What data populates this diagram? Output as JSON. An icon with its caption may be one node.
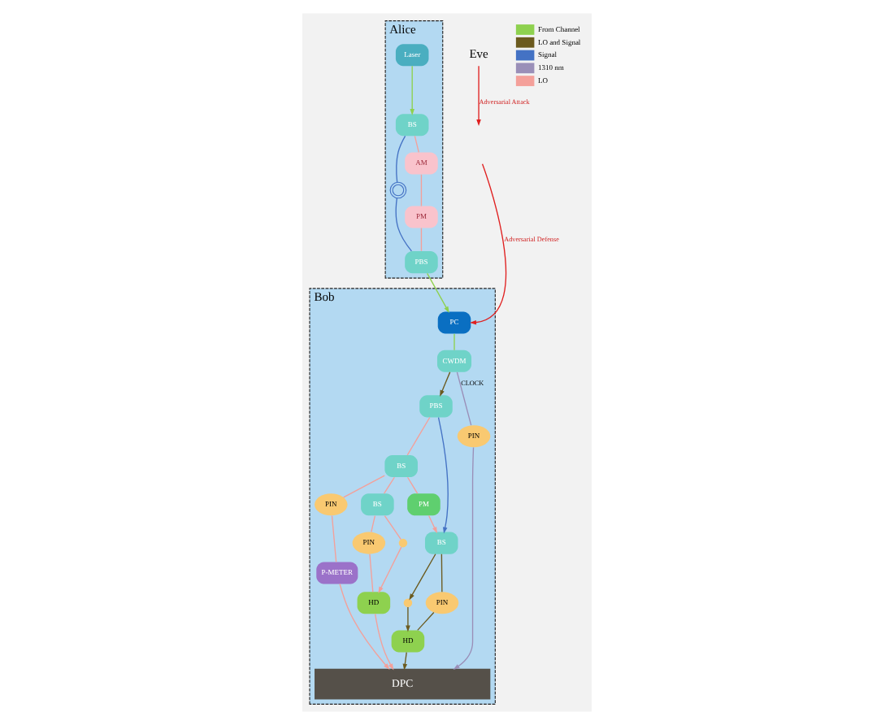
{
  "diagram": {
    "nodes": [
      {
        "text": [
          "Alice"
        ]
      },
      {
        "text": [
          "Laser"
        ],
        "in": 0
      },
      {
        "text": [
          "BS"
        ],
        "in": 0
      },
      {
        "text": [
          "AM"
        ],
        "in": 0
      },
      {
        "text": [
          "PM"
        ],
        "in": 0
      },
      {
        "text": [
          "PBS"
        ],
        "in": 0
      },
      {
        "text": [],
        "shape": "coil",
        "in": 0
      },
      {
        "text": [
          "Eve"
        ]
      },
      {
        "text": [
          "Bob"
        ]
      },
      {
        "text": [
          "PC"
        ],
        "in": 8
      },
      {
        "text": [
          "CWDM"
        ],
        "in": 8
      },
      {
        "text": [
          "PBS"
        ],
        "in": 8
      },
      {
        "text": [
          "BS"
        ],
        "in": 8
      },
      {
        "text": [
          "PM"
        ],
        "in": 8
      },
      {
        "text": [
          "BS"
        ],
        "in": 8
      },
      {
        "text": [
          "BS"
        ],
        "in": 8
      },
      {
        "text": [
          "PIN"
        ],
        "in": 8
      },
      {
        "text": [
          "PIN"
        ],
        "in": 8
      },
      {
        "text": [
          "P-METER"
        ],
        "in": 8
      },
      {
        "text": [
          "PIN"
        ],
        "in": 8
      },
      {
        "text": [],
        "shape": "circle",
        "in": 8
      },
      {
        "text": [
          "HD"
        ],
        "in": 8
      },
      {
        "text": [
          "PIN"
        ],
        "in": 8
      },
      {
        "text": [],
        "shape": "circle",
        "in": 8
      },
      {
        "text": [
          "HD"
        ],
        "in": 8
      },
      {
        "text": [
          "DPC"
        ],
        "in": 8
      }
    ],
    "edges": [
      {
        "from": 1,
        "to": 2,
        "arrow": "to",
        "color": "#8ed14f"
      },
      {
        "from": 2,
        "to": 3,
        "arrow": "none"
      },
      {
        "from": 3,
        "to": 4,
        "arrow": "none"
      },
      {
        "from": 4,
        "to": 5,
        "arrow": "none"
      },
      {
        "from": 2,
        "to": 6,
        "arrow": "none",
        "color": "#4472c4"
      },
      {
        "from": 6,
        "to": 5,
        "arrow": "none",
        "color": "#4472c4"
      },
      {
        "from": 5,
        "to": 9,
        "arrow": "to",
        "color": "#8ed14f"
      },
      {
        "from": 7,
        "to": null,
        "arrow": "to",
        "label": "Adversarial Attack",
        "color": "#e02020"
      },
      {
        "from": null,
        "to": 9,
        "arrow": "to",
        "label": "Adversarial Defense",
        "color": "#e02020"
      },
      {
        "from": 9,
        "to": 10,
        "arrow": "none",
        "color": "#8ed14f"
      },
      {
        "from": 10,
        "to": 16,
        "arrow": "none",
        "label": "CLOCK",
        "color": "#9a8fb8"
      },
      {
        "from": 16,
        "to": 25,
        "arrow": "to",
        "color": "#9a8fb8"
      },
      {
        "from": 10,
        "to": 11,
        "arrow": "to",
        "color": "#6b5a1e"
      },
      {
        "from": 11,
        "to": 14,
        "arrow": "to",
        "color": "#4472c4"
      },
      {
        "from": 11,
        "to": 12,
        "arrow": "none"
      },
      {
        "from": 12,
        "to": 17,
        "arrow": "none"
      },
      {
        "from": 17,
        "to": 18,
        "arrow": "none"
      },
      {
        "from": 18,
        "to": 25,
        "arrow": "to"
      },
      {
        "from": 12,
        "to": 13,
        "arrow": "none"
      },
      {
        "from": 13,
        "to": 14,
        "arrow": "to"
      },
      {
        "from": 12,
        "to": 15,
        "arrow": "none"
      },
      {
        "from": 15,
        "to": 19,
        "arrow": "none"
      },
      {
        "from": 19,
        "to": 21,
        "arrow": "none"
      },
      {
        "from": 15,
        "to": 20,
        "arrow": "none"
      },
      {
        "from": 20,
        "to": 21,
        "arrow": "to"
      },
      {
        "from": 21,
        "to": 25,
        "arrow": "to"
      },
      {
        "from": 14,
        "to": 22,
        "arrow": "none",
        "color": "#6b5a1e"
      },
      {
        "from": 22,
        "to": 24,
        "arrow": "none",
        "color": "#6b5a1e"
      },
      {
        "from": 14,
        "to": 23,
        "arrow": "to",
        "color": "#6b5a1e"
      },
      {
        "from": 23,
        "to": 24,
        "arrow": "to",
        "color": "#6b5a1e"
      },
      {
        "from": 24,
        "to": 25,
        "arrow": "to",
        "color": "#6b5a1e"
      }
    ],
    "legend": [
      {
        "text": "From Channel",
        "color": "#8ed14f"
      },
      {
        "text": "LO and Signal",
        "color": "#6b5a1e"
      },
      {
        "text": "Signal",
        "color": "#4472c4"
      },
      {
        "text": "1310 nm",
        "color": "#9a8fb8"
      },
      {
        "text": "LO",
        "color": "#f4a09a"
      }
    ]
  }
}
